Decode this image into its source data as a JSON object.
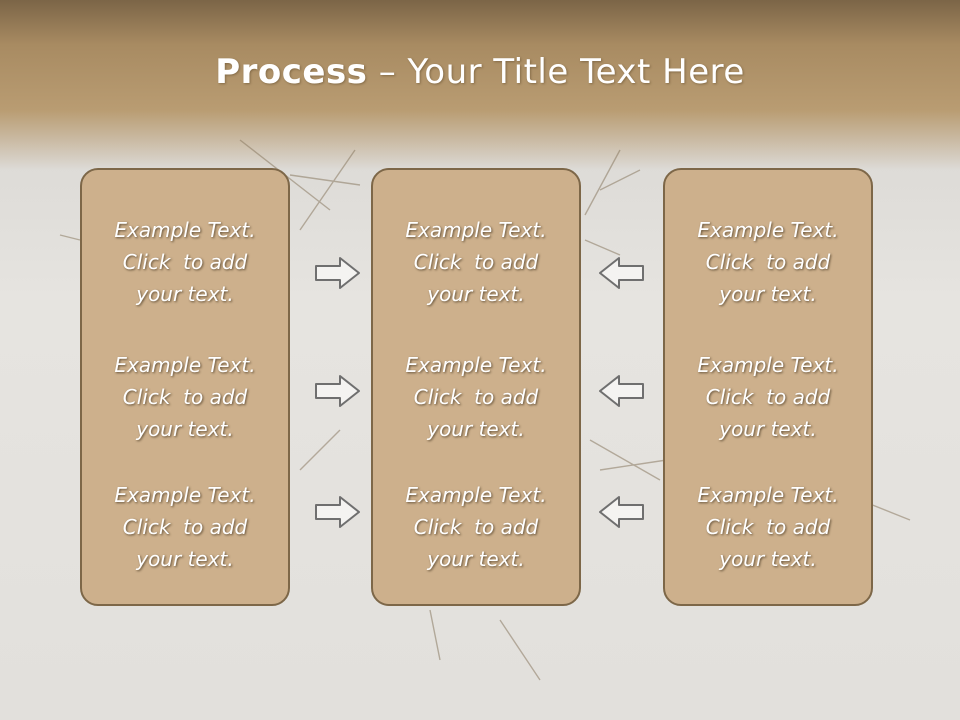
{
  "slide": {
    "title_bold": "Process",
    "title_rest": " – Your Title Text Here"
  },
  "columns": [
    {
      "blocks": [
        [
          "Example Text.",
          "Click  to add",
          "your text."
        ],
        [
          "Example Text.",
          "Click  to add",
          "your text."
        ],
        [
          "Example Text.",
          "Click  to add",
          "your text."
        ]
      ]
    },
    {
      "blocks": [
        [
          "Example Text.",
          "Click  to add",
          "your text."
        ],
        [
          "Example Text.",
          "Click  to add",
          "your text."
        ],
        [
          "Example Text.",
          "Click  to add",
          "your text."
        ]
      ]
    },
    {
      "blocks": [
        [
          "Example Text.",
          "Click  to add",
          "your text."
        ],
        [
          "Example Text.",
          "Click  to add",
          "your text."
        ],
        [
          "Example Text.",
          "Click  to add",
          "your text."
        ]
      ]
    }
  ],
  "arrows": {
    "left_group_direction": "right",
    "right_group_direction": "left",
    "icon": "arrow-icon"
  },
  "colors": {
    "panel_fill": "#cdb08c",
    "panel_border": "#7d6748",
    "header": "#a88b62",
    "text": "#ffffff"
  }
}
